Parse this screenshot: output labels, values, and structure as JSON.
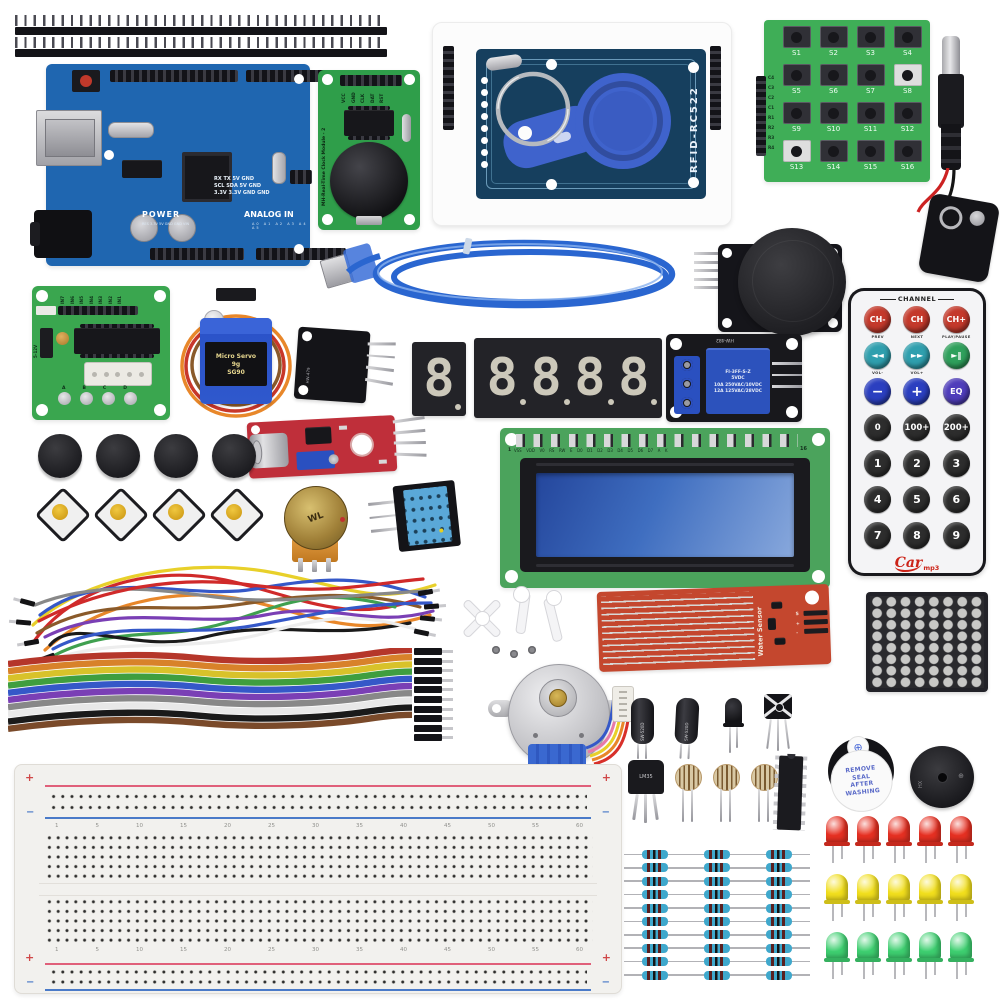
{
  "scene": {
    "background": "#ffffff"
  },
  "arduino": {
    "board_color": "#1f66b0",
    "power_label": "POWER",
    "analog_label": "ANALOG IN",
    "pin_ref_lines": [
      "RX TX 5V GND",
      "SCL SDA 5V GND",
      "3.3V 3.3V GND GND"
    ],
    "power_pins": "RES 3.3V 5V GND GND VIN",
    "analog_pins": "A0 A1 A2 A3 A4 A5"
  },
  "rtc": {
    "title": "MH-Real-Time Clock Module - 2",
    "pins": [
      "VCC",
      "GND",
      "CLK",
      "DAT",
      "RST"
    ]
  },
  "rfid": {
    "label": "RFID-RC522",
    "pcb_color": "#163f5e",
    "fob_color": "#3f63cc"
  },
  "keypad": {
    "keys": [
      "S1",
      "S2",
      "S3",
      "S4",
      "S5",
      "S6",
      "S7",
      "S8",
      "S9",
      "S10",
      "S11",
      "S12",
      "S13",
      "S14",
      "S15",
      "S16"
    ],
    "pins": [
      "C4",
      "C3",
      "C2",
      "C1",
      "R1",
      "R2",
      "R3",
      "R4"
    ]
  },
  "power_plug": {
    "wire_colors": [
      "#cc2222",
      "#151515"
    ]
  },
  "usb_cable": {
    "color": "#2a66d0"
  },
  "remote": {
    "header": "CHANNEL",
    "buttons": [
      {
        "label": "CH-",
        "color": "#c4392b",
        "sub": "PREV"
      },
      {
        "label": "CH",
        "color": "#c4392b",
        "sub": "NEXT"
      },
      {
        "label": "CH+",
        "color": "#c4392b",
        "sub": "PLAY/PAUSE"
      },
      {
        "label": "◄◄",
        "color": "#2f9fae",
        "sub": "VOL-"
      },
      {
        "label": "►►",
        "color": "#2f9fae",
        "sub": "VOL+"
      },
      {
        "label": "►‖",
        "color": "#2fa05c",
        "sub": ""
      },
      {
        "label": "−",
        "color": "#2b3fc0",
        "sub": ""
      },
      {
        "label": "+",
        "color": "#2b3fc0",
        "sub": ""
      },
      {
        "label": "EQ",
        "color": "#4f3dbb",
        "sub": ""
      },
      {
        "label": "0",
        "color": "#2d2d2d",
        "sub": ""
      },
      {
        "label": "100+",
        "color": "#2d2d2d",
        "sub": ""
      },
      {
        "label": "200+",
        "color": "#2d2d2d",
        "sub": ""
      },
      {
        "label": "1",
        "color": "#2d2d2d",
        "sub": ""
      },
      {
        "label": "2",
        "color": "#2d2d2d",
        "sub": ""
      },
      {
        "label": "3",
        "color": "#2d2d2d",
        "sub": ""
      },
      {
        "label": "4",
        "color": "#2d2d2d",
        "sub": ""
      },
      {
        "label": "5",
        "color": "#2d2d2d",
        "sub": ""
      },
      {
        "label": "6",
        "color": "#2d2d2d",
        "sub": ""
      },
      {
        "label": "7",
        "color": "#2d2d2d",
        "sub": ""
      },
      {
        "label": "8",
        "color": "#2d2d2d",
        "sub": ""
      },
      {
        "label": "9",
        "color": "#2d2d2d",
        "sub": ""
      }
    ],
    "brand": "Car",
    "brand_sub": "mp3"
  },
  "uln2003": {
    "pins": [
      "IN7",
      "IN6",
      "IN5",
      "IN4",
      "IN3",
      "IN2",
      "IN1"
    ],
    "voltage": "5-12V",
    "led_labels": [
      "A",
      "B",
      "C",
      "D"
    ]
  },
  "servo": {
    "label_lines": [
      "Micro Servo",
      "9g",
      "SG90"
    ],
    "wire_colors": [
      "#e8872a",
      "#c8372a",
      "#8a5a2a"
    ]
  },
  "rgb_module": {
    "label": "HW-479"
  },
  "seven_seg_1": {
    "digit": "8"
  },
  "seven_seg_4": {
    "digits": [
      "8",
      "8",
      "8",
      "8"
    ]
  },
  "relay": {
    "board_label": "HW-482",
    "lines": [
      "FI-3FF-S-Z",
      "5VDC",
      "10A 250VAC/10VDC",
      "12A 125VAC/28VDC"
    ]
  },
  "lcd": {
    "pin_first": "1",
    "pin_last": "16",
    "pin_labels": "VSS VDD V0 RS RW E D0 D1 D2 D3 D4 D5 D6 D7 A K"
  },
  "water_sensor": {
    "label": "Water Sensor",
    "pins": [
      "S",
      "+",
      "-"
    ]
  },
  "dot_matrix": {
    "rows": 8,
    "cols": 8
  },
  "ribbon": {
    "colors": [
      "#b5362a",
      "#d8822a",
      "#d8c22a",
      "#3f9e3f",
      "#3558c8",
      "#7a3fb5",
      "#888888",
      "#e8e8e8",
      "#1a1a1a",
      "#7a4a2a"
    ]
  },
  "jumpers": {
    "colors": [
      "#d02a2a",
      "#e8872a",
      "#e8d02a",
      "#3fa04f",
      "#3558c8",
      "#1a1a1a",
      "#8a5a2a",
      "#ededed",
      "#888888",
      "#7a3fb5",
      "#d02a2a",
      "#3558c8"
    ]
  },
  "stepper": {
    "wire_colors": [
      "#3558c8",
      "#e87aa8",
      "#e8d02a",
      "#e8872a",
      "#d8302a"
    ]
  },
  "tilt_switch": {
    "label": "SW-520D"
  },
  "transistor": {
    "label": "LM35"
  },
  "buzzer_active": {
    "seal_lines": [
      "REMOVE",
      "SEAL",
      "AFTER",
      "WASHING"
    ],
    "seal_icon": "⊕"
  },
  "buzzer_passive": {
    "label": "HX"
  },
  "breadboard": {
    "plus": "+",
    "minus": "−",
    "numbers": [
      "1",
      "5",
      "10",
      "15",
      "20",
      "25",
      "30",
      "35",
      "40",
      "45",
      "50",
      "55",
      "60"
    ]
  },
  "resistors": {
    "rows": [
      1,
      2,
      3,
      4,
      5,
      6,
      7,
      8,
      9,
      10
    ],
    "body_color": "#3fa8cc"
  },
  "leds": [
    {
      "c": "#e63022"
    },
    {
      "c": "#e63022"
    },
    {
      "c": "#e63022"
    },
    {
      "c": "#e63022"
    },
    {
      "c": "#e63022"
    },
    {
      "c": "#f2df1d"
    },
    {
      "c": "#f2df1d"
    },
    {
      "c": "#f2df1d"
    },
    {
      "c": "#f2df1d"
    },
    {
      "c": "#f2df1d"
    },
    {
      "c": "#3ecf70"
    },
    {
      "c": "#3ecf70"
    },
    {
      "c": "#3ecf70"
    },
    {
      "c": "#3ecf70"
    },
    {
      "c": "#3ecf70"
    }
  ]
}
